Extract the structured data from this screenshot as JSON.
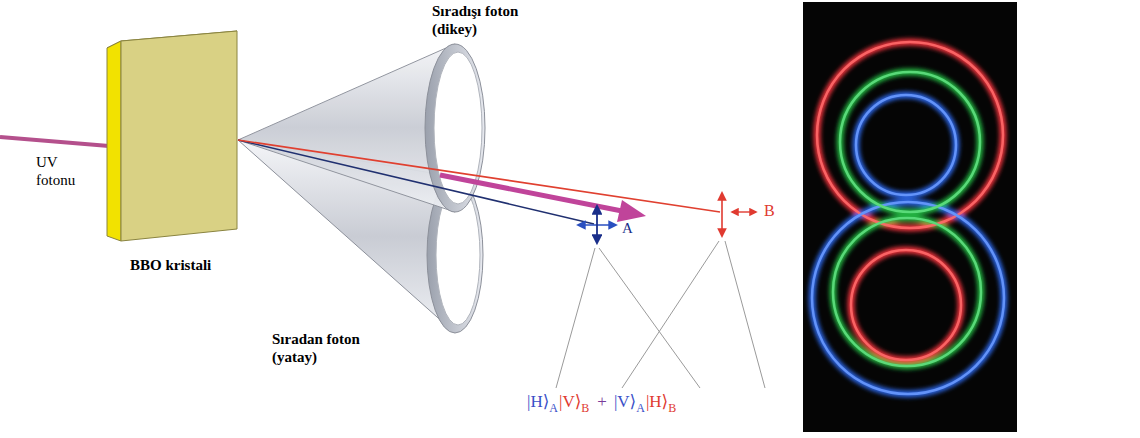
{
  "diagram": {
    "labels": [
      "Sıradışı foton (dikey)",
      "UV fotonu",
      "BBO kristali",
      "Sıradan foton (yatay)",
      "A",
      "B",
      "|H⟩",
      "A",
      "|V⟩",
      "B",
      "+",
      "|V⟩",
      "A",
      "|H⟩",
      "B"
    ]
  }
}
